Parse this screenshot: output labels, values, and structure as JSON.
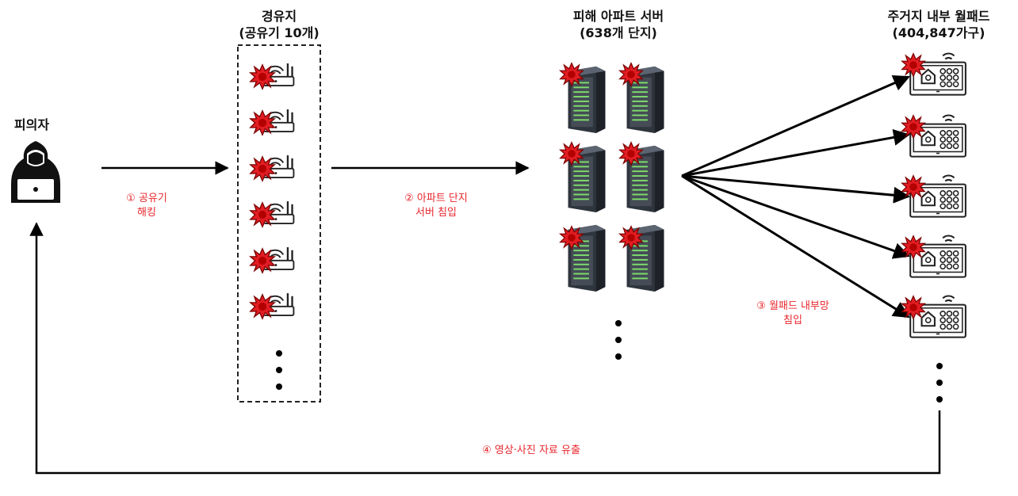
{
  "suspect": {
    "label": "피의자"
  },
  "relay": {
    "title": "경유지",
    "subtitle": "(공유기 10개)"
  },
  "servers": {
    "title": "피해 아파트 서버",
    "subtitle": "(638개 단지)"
  },
  "wallpads": {
    "title": "주거지 내부 월패드",
    "subtitle": "(404,847가구)"
  },
  "steps": {
    "s1": {
      "line1": "① 공유기",
      "line2": "해킹"
    },
    "s2": {
      "line1": "② 아파트 단지",
      "line2": "서버 침입"
    },
    "s3": {
      "line1": "③ 월패드 내부망",
      "line2": "침입"
    },
    "s4": {
      "line1": "④ 영상·사진 자료 유출"
    }
  },
  "colors": {
    "step_text": "#e8262c",
    "burst": "#e11d23",
    "server": "#3f4650",
    "server_led": "#7ddc6b",
    "line": "#000000"
  },
  "icons": {
    "suspect": "hooded-hacker-laptop-icon",
    "router": "wifi-router-icon",
    "server": "server-rack-icon",
    "wallpad": "wallpad-smart-home-icon",
    "breach": "red-burst-icon"
  }
}
